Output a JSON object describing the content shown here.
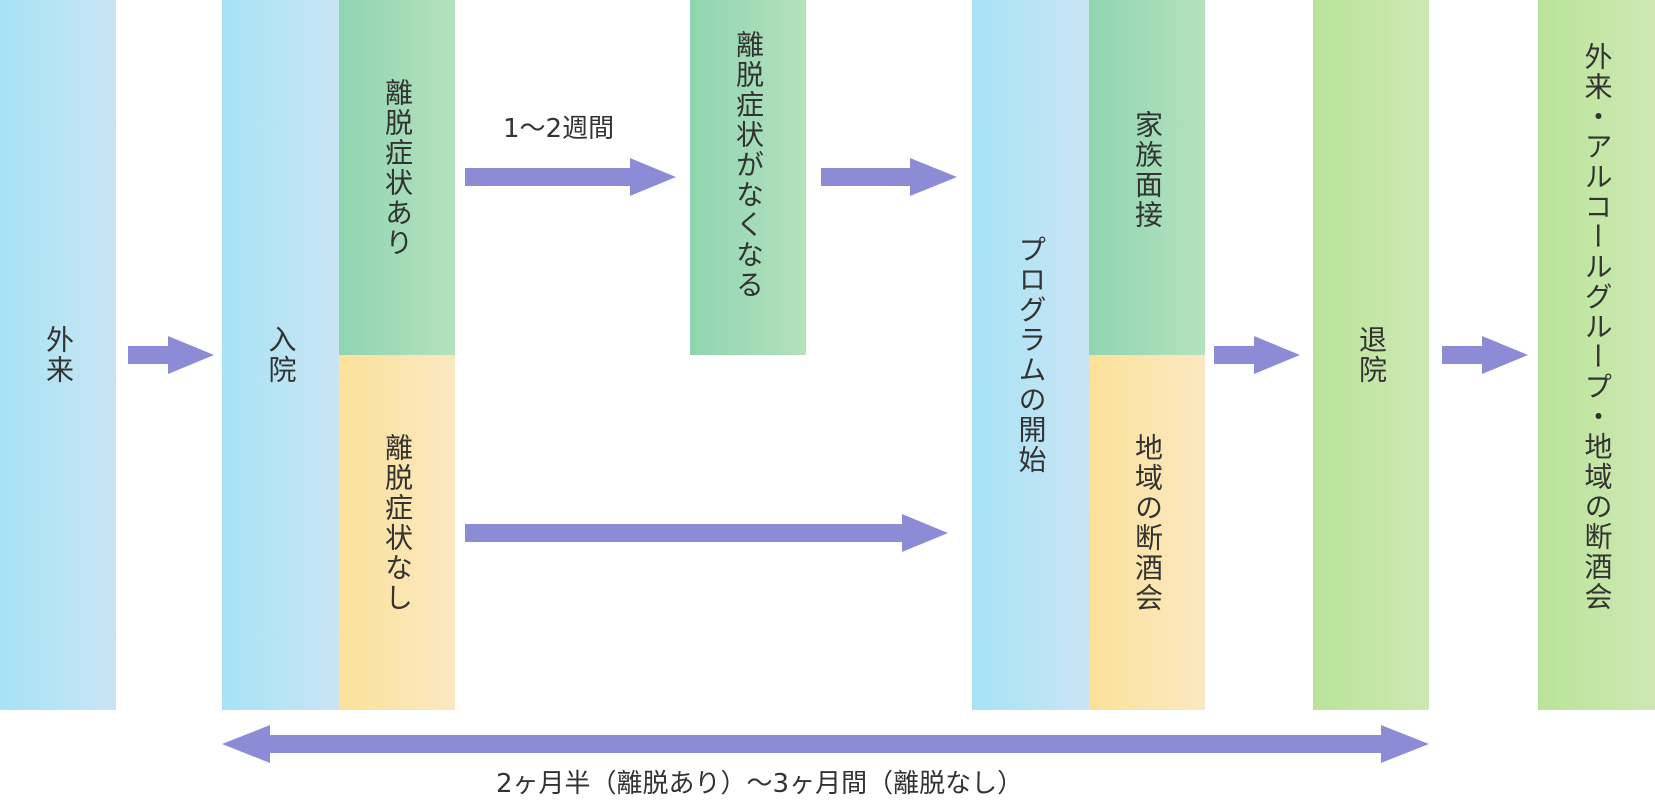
{
  "stages": {
    "outpatient": "外来",
    "admission": "入院",
    "withdrawal_yes": "離脱症状あり",
    "withdrawal_no": "離脱症状なし",
    "withdrawal_gone": "離脱症状がなくなる",
    "program_start": "プログラムの開始",
    "family_interview": "家族面接",
    "local_sobriety": "地域の断酒会",
    "discharge": "退院",
    "aftercare": "外来・アルコールグループ・地域の断酒会"
  },
  "notes": {
    "duration_short": "1〜2週間",
    "duration_total": "2ヶ月半（離脱あり）〜3ヶ月間（離脱なし）"
  },
  "colors": {
    "arrow": "#8c8cd6",
    "blue": "#a6e3f5",
    "green": "#8fd4b0",
    "yellow": "#fbe199",
    "lime": "#b8e498"
  }
}
